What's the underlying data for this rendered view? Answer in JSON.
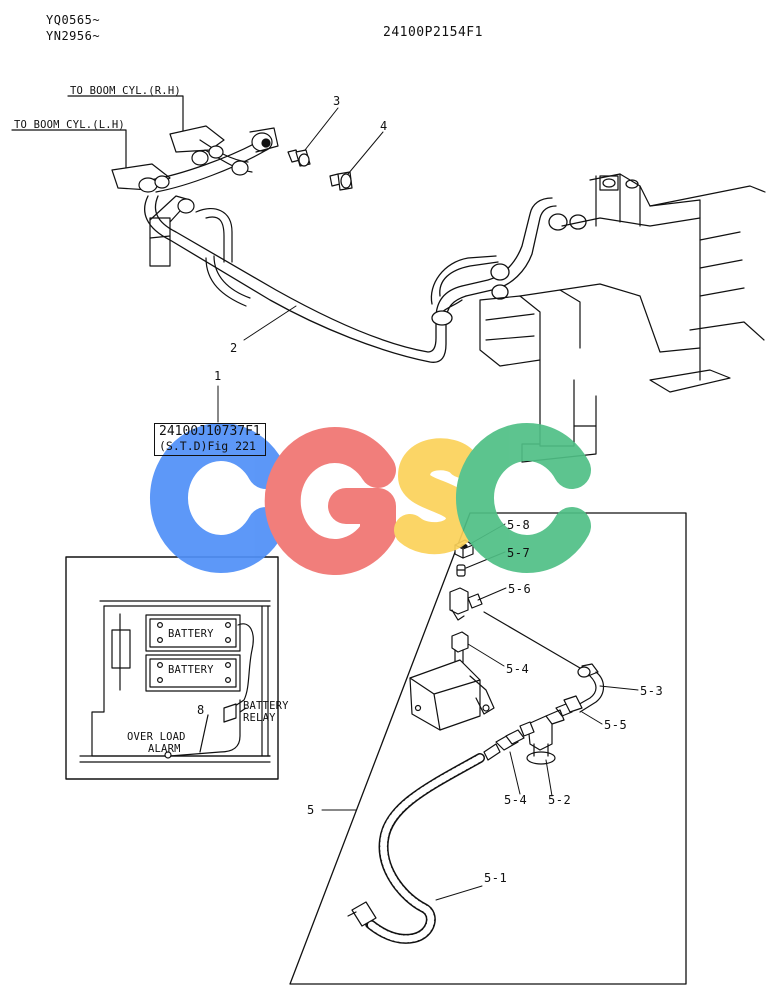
{
  "header": {
    "serial_1": "YQ0565~",
    "serial_2": "YN2956~",
    "drawing_number": "24100P2154F1"
  },
  "annotations": {
    "to_boom_rh": "TO BOOM CYL.(R.H)",
    "to_boom_lh": "TO BOOM CYL.(L.H)"
  },
  "reference_box": {
    "part_number": "24100J10737F1",
    "reference": "(S.T.D)Fig 221"
  },
  "watermark": {
    "letters": [
      "C",
      "G",
      "S",
      "C"
    ],
    "colors": [
      "#4f8ff7",
      "#f07470",
      "#fbd25a",
      "#4fbf85"
    ]
  },
  "inset": {
    "battery_1": "BATTERY",
    "battery_2": "BATTERY",
    "battery_relay_1": "BATTERY",
    "battery_relay_2": "RELAY",
    "over_load_1": "OVER LOAD",
    "over_load_2": "ALARM"
  },
  "callouts": {
    "c1": "1",
    "c2": "2",
    "c3": "3",
    "c4": "4",
    "c5": "5",
    "c8": "8",
    "c5_1": "5-1",
    "c5_2": "5-2",
    "c5_3": "5-3",
    "c5_4a": "5-4",
    "c5_4b": "5-4",
    "c5_5": "5-5",
    "c5_6": "5-6",
    "c5_7": "5-7",
    "c5_8": "5-8"
  }
}
